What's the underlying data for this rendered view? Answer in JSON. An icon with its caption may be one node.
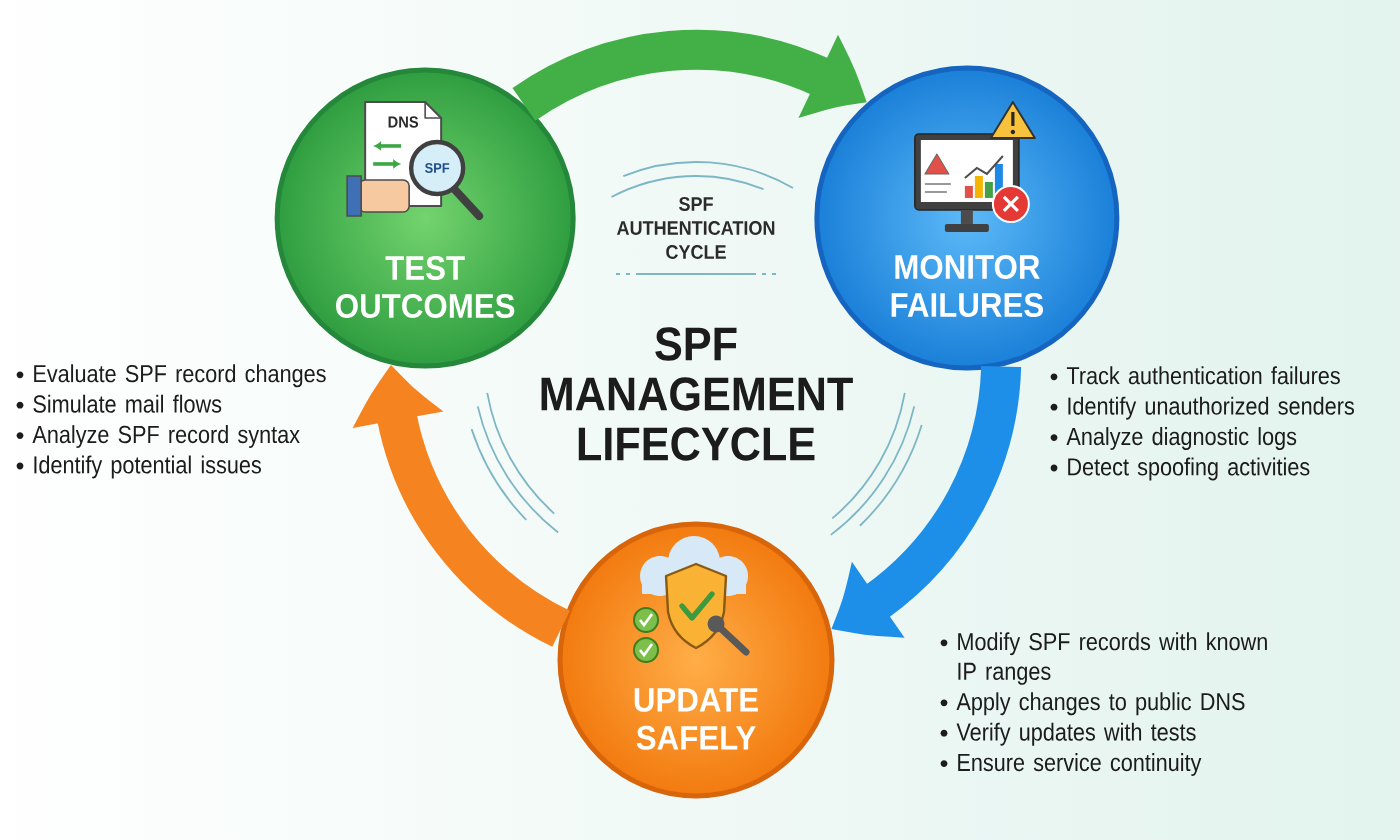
{
  "diagram": {
    "title": "SPF MANAGEMENT LIFECYCLE",
    "nodes": [
      {
        "text": [
          "TEST OUTCOMES"
        ],
        "beside": [
          "Evaluate SPF record changes",
          "Simulate mail flows",
          "Analyze SPF record syntax",
          "Identify potential issues"
        ]
      },
      {
        "text": [
          "MONITOR FAILURES"
        ],
        "beside": [
          "Track authentication failures",
          "Identify unauthorized senders",
          "Analyze diagnostic logs",
          "Detect spoofing activities"
        ]
      },
      {
        "text": [
          "UPDATE SAFELY"
        ],
        "beside": [
          "Modify SPF records with known IP ranges",
          "Apply changes to public DNS",
          "Verify updates with tests",
          "Ensure service continuity"
        ]
      }
    ],
    "edges": [
      {
        "from": 0,
        "to": 1,
        "arrow": "to",
        "color": "#43b047"
      },
      {
        "from": 1,
        "to": 2,
        "arrow": "to",
        "color": "#1e8fe8"
      },
      {
        "from": 2,
        "to": 0,
        "arrow": "to",
        "color": "#f5831f"
      }
    ],
    "labels": [
      "DNS",
      "SPF",
      "SPF AUTHENTICATION CYCLE"
    ]
  }
}
